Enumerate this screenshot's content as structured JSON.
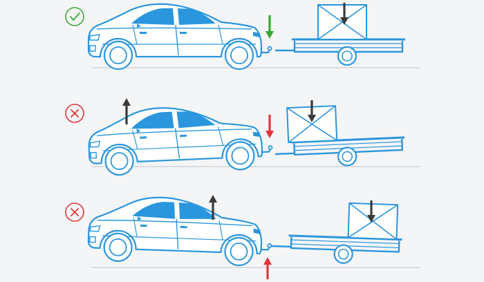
{
  "colors": {
    "background": "#f4f5f6",
    "outline": "#2a96dd",
    "window_fill": "#2a96dd",
    "ground": "#c9ced3",
    "ok": "#3aa635",
    "bad": "#e0353a",
    "load_arrow": "#3a3a3a"
  },
  "rows": [
    {
      "status": "correct",
      "status_icon": "check-circle-icon",
      "tongue_arrow": {
        "direction": "down",
        "color": "#3aa635"
      },
      "car_arrow": null,
      "car_tilt": "level",
      "trailer_tilt": "level",
      "load_position": "front"
    },
    {
      "status": "incorrect",
      "status_icon": "cross-circle-icon",
      "tongue_arrow": {
        "direction": "down",
        "color": "#e0353a"
      },
      "car_arrow": {
        "direction": "up",
        "position": "front"
      },
      "car_tilt": "nose-up",
      "trailer_tilt": "nose-down",
      "load_position": "front"
    },
    {
      "status": "incorrect",
      "status_icon": "cross-circle-icon",
      "tongue_arrow": {
        "direction": "up",
        "color": "#e0353a"
      },
      "car_arrow": {
        "direction": "up",
        "position": "rear"
      },
      "car_tilt": "tail-up",
      "trailer_tilt": "nose-up",
      "load_position": "rear"
    }
  ]
}
